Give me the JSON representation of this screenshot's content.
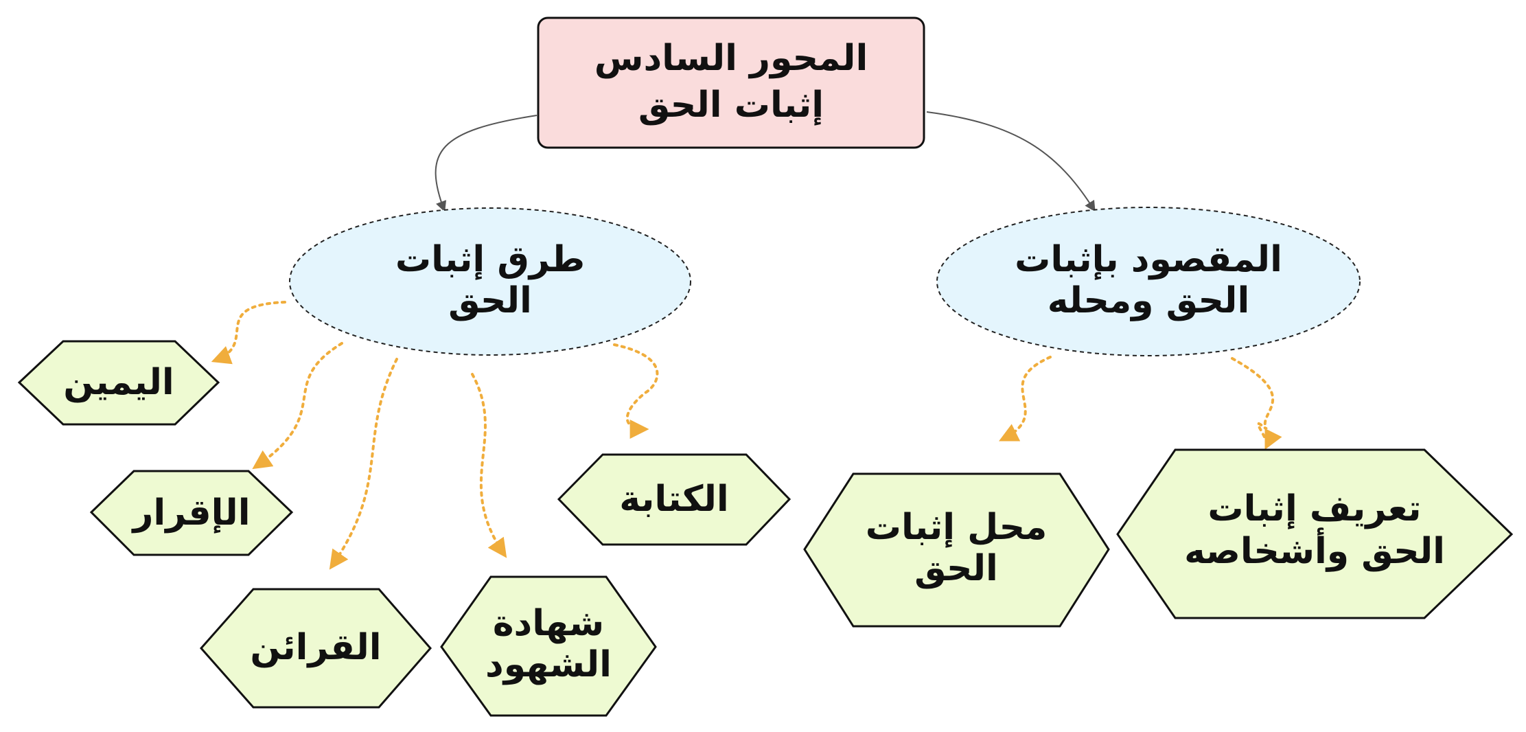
{
  "root": {
    "line1": "المحور السادس",
    "line2": "إثبات الحق"
  },
  "left_branch": {
    "line1": "طرق إثبات",
    "line2": "الحق"
  },
  "right_branch": {
    "line1": "المقصود بإثبات",
    "line2": "الحق ومحله"
  },
  "left_leaves": [
    {
      "line1": "اليمين"
    },
    {
      "line1": "الإقرار"
    },
    {
      "line1": "القرائن"
    },
    {
      "line1": "شهادة",
      "line2": "الشهود"
    },
    {
      "line1": "الكتابة"
    }
  ],
  "right_leaves": [
    {
      "line1": "محل إثبات",
      "line2": "الحق"
    },
    {
      "line1": "تعريف إثبات",
      "line2": "الحق وأشخاصه"
    }
  ],
  "colors": {
    "root_fill": "#fadcdc",
    "ellipse_fill": "#e4f5fd",
    "hexagon_fill": "#eefad2",
    "dotted_connector": "#f0ad3c",
    "solid_connector": "#555555"
  }
}
